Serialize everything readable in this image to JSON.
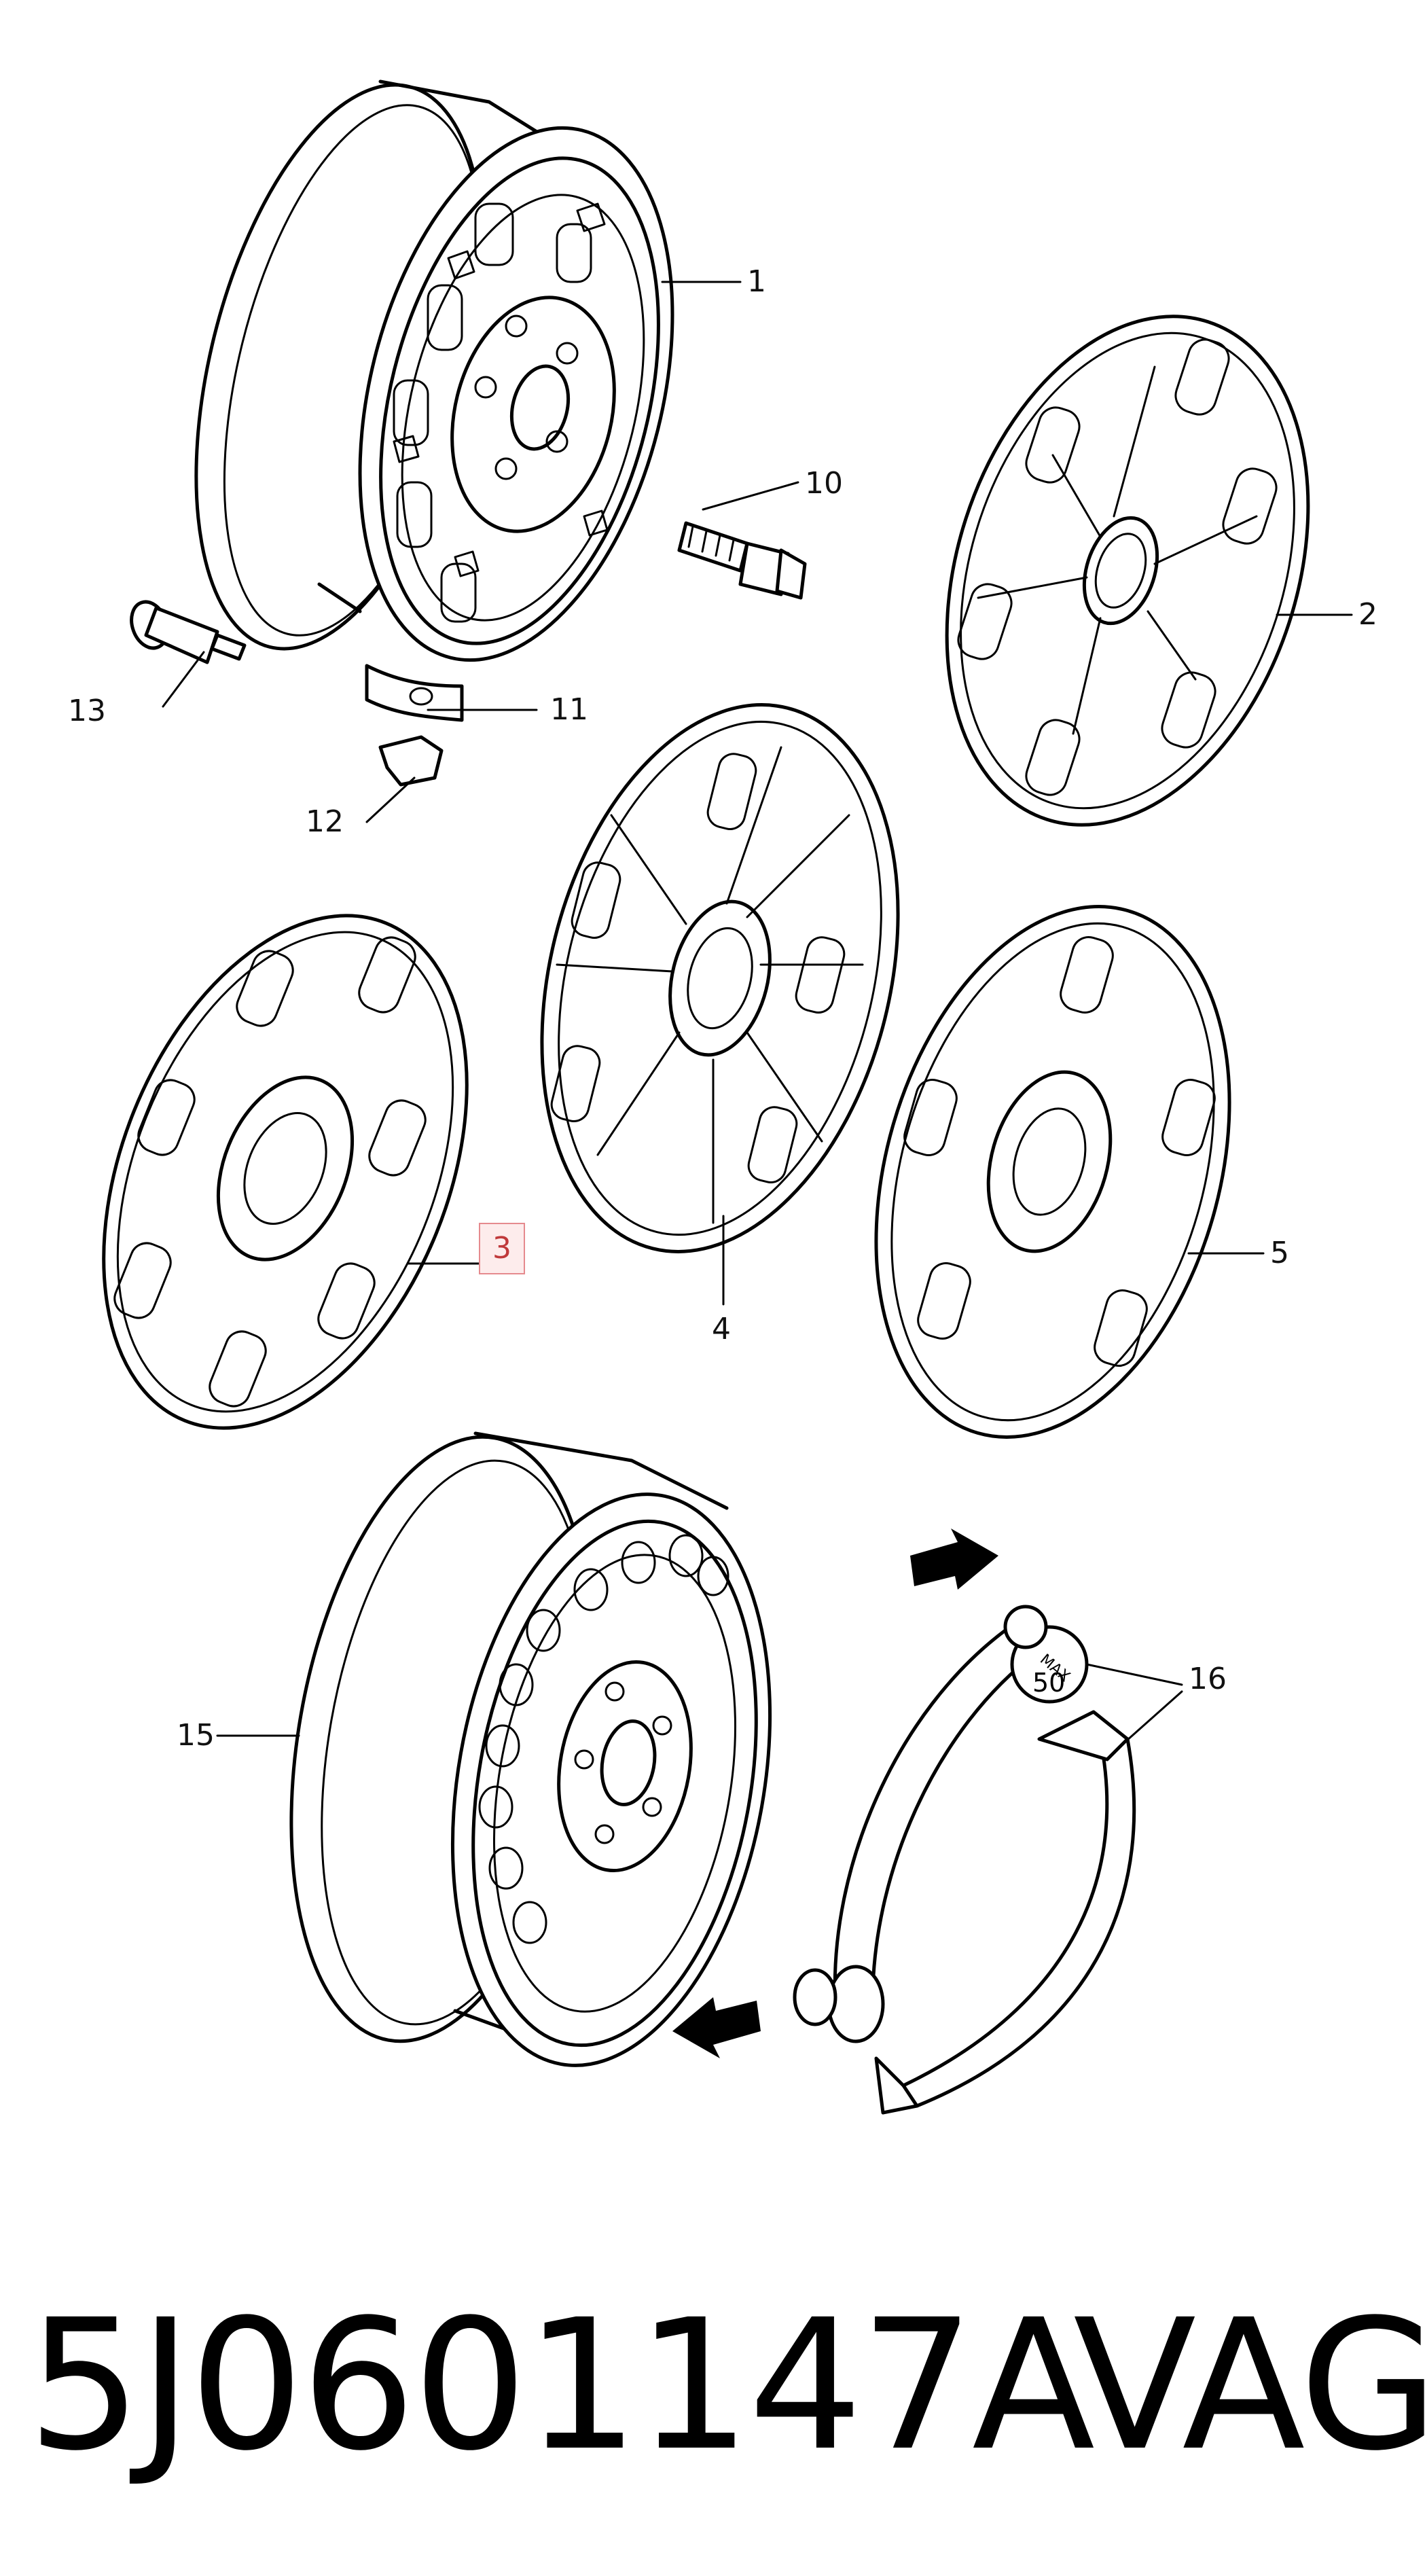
{
  "callouts": {
    "c1": "1",
    "c2": "2",
    "c3": "3",
    "c4": "4",
    "c5": "5",
    "c10": "10",
    "c11": "11",
    "c12": "12",
    "c13": "13",
    "c15": "15",
    "c16": "16"
  },
  "highlight_color": "#e58a8e",
  "clip_label": {
    "max": "MAX",
    "value": "50"
  },
  "footer": {
    "part_number": "5J0601147A",
    "maker": "VAG"
  }
}
